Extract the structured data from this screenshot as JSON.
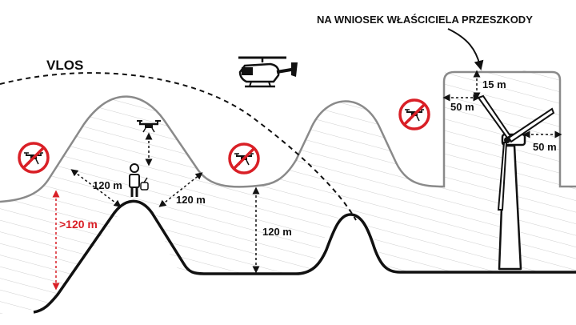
{
  "labels": {
    "vlos": "VLOS",
    "owner_request": "NA WNIOSEK WŁAŚCICIELA PRZESZKODY",
    "over_120": ">120 m",
    "d120_left": "120 m",
    "d120_right": "120 m",
    "d120_vertical": "120 m",
    "d15": "15 m",
    "d50_left": "50 m",
    "d50_right": "50 m"
  },
  "icons": [
    "helicopter-icon",
    "drone-icon",
    "person-icon",
    "no-drone-icon",
    "wind-turbine-icon"
  ],
  "colors": {
    "prohibition_red": "#d91f26",
    "zone_outline": "#8a8a8a",
    "ground": "#111111"
  }
}
